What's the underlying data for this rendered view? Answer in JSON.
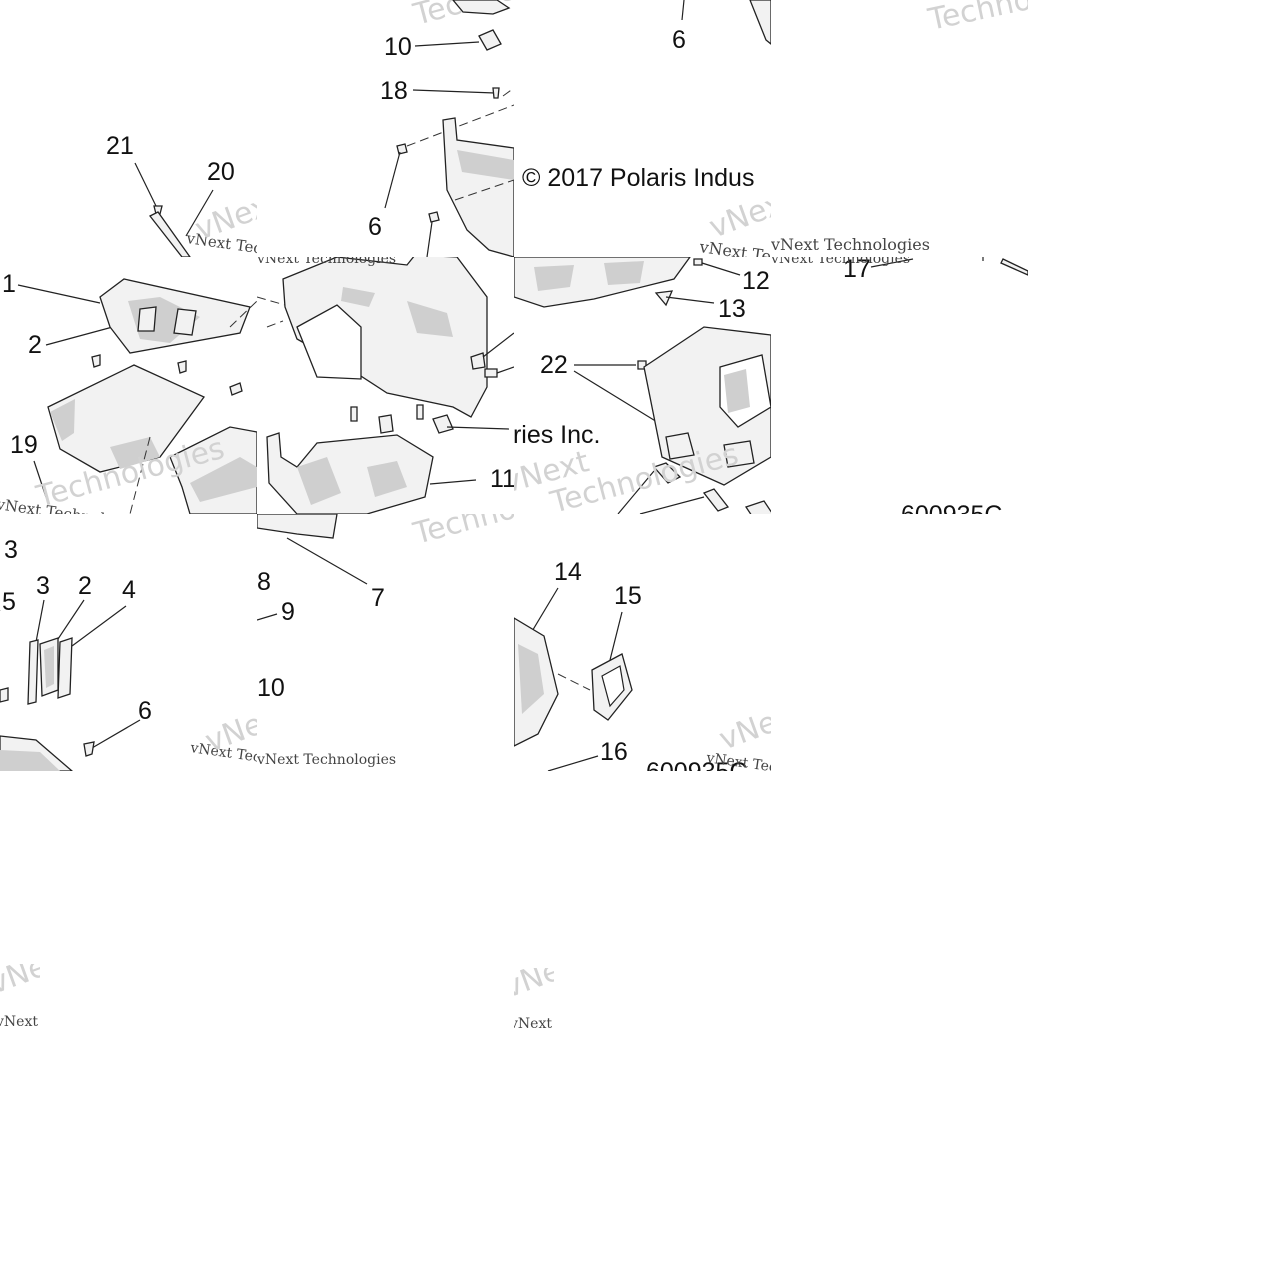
{
  "copyright": "© 2017 Polaris Indus",
  "copyright_tail": "tries Inc.",
  "drawing_numbers": {
    "primary": "600935C",
    "secondary": "600935C"
  },
  "watermark": {
    "line1": "vNext",
    "line2": "Technologies",
    "tag": "vNext Technologies"
  },
  "callouts": {
    "t1_21": "21",
    "t1_20": "20",
    "t2_10": "10",
    "t2_18": "18",
    "t2_6": "6",
    "t3_6": "6",
    "t4_1": "1",
    "t4_2": "2",
    "t4_19": "19",
    "t6_12": "12",
    "t6_13": "13",
    "t6_22": "22",
    "t6b_11": "11",
    "t7_17": "17",
    "t8_3a": "3",
    "t8_5": "5",
    "t8_3b": "3",
    "t8_2": "2",
    "t8_4": "4",
    "t8_6": "6",
    "t9_8": "8",
    "t9_7": "7",
    "t9_9": "9",
    "t9_10": "10",
    "t10_14": "14",
    "t10_15": "15",
    "t10_16": "16"
  }
}
